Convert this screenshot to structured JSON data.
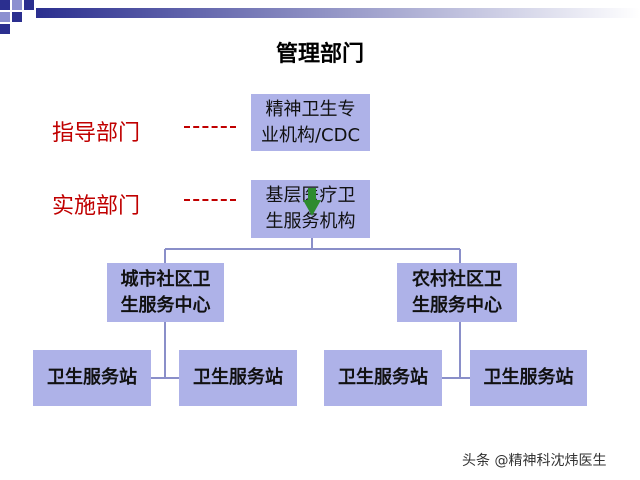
{
  "title": "管理部门",
  "labels": {
    "guide": "指导部门",
    "implement": "实施部门"
  },
  "boxes": {
    "top": [
      "精神卫生专",
      "业机构/CDC"
    ],
    "mid": [
      "基层医疗卫",
      "生服务机构"
    ],
    "left_center": [
      "城市社区卫",
      "生服务中心"
    ],
    "right_center": [
      "农村社区卫",
      "生服务中心"
    ],
    "station_1": "卫生服务站",
    "station_2": "卫生服务站",
    "station_3": "卫生服务站",
    "station_4": "卫生服务站"
  },
  "watermark": "头条 @精神科沈炜医生",
  "colors": {
    "box_fill": "#aeb2e8",
    "label_red": "#c00000",
    "connector": "#8a8fc9",
    "arrow_green": "#2e8b2e"
  }
}
